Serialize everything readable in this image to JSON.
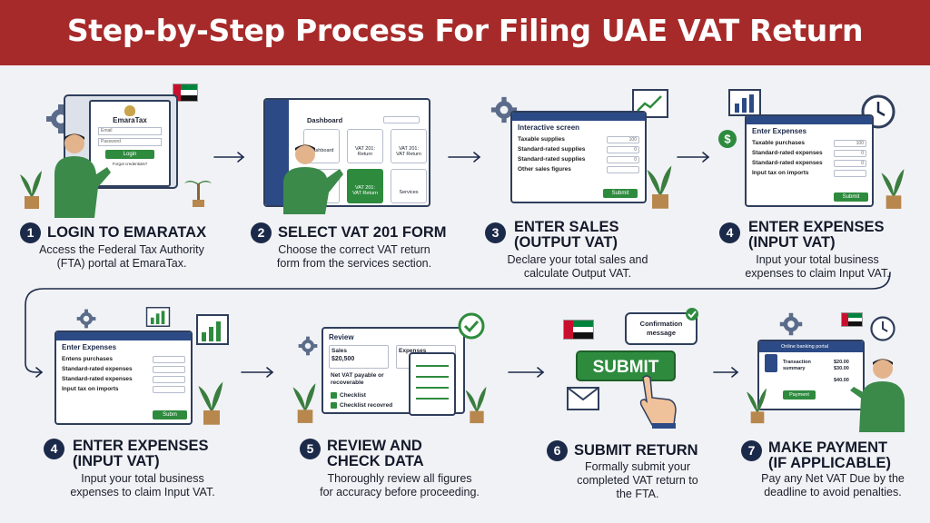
{
  "title": "Step-by-Step Process For Filing UAE VAT Return",
  "colors": {
    "header": "#a72a2a",
    "navy": "#1c2a4a",
    "green": "#2e8b3e",
    "blue": "#2c4b86"
  },
  "steps": [
    {
      "num": "1",
      "title": "LOGIN TO EMARATAX",
      "desc": "Access the Federal Tax Authority\n(FTA) portal at EmaraTax.",
      "screen": {
        "brand": "EmaraTax",
        "email": "Email",
        "password": "Password",
        "button": "Login",
        "link": "Forgot credentials?"
      }
    },
    {
      "num": "2",
      "title": "SELECT VAT 201 FORM",
      "desc": "Choose the correct VAT return\nform from the services section.",
      "screen": {
        "header": "Dashboard",
        "tiles": [
          "Dashboard",
          "VAT 201:\nReturn",
          "VAT 201:\nVAT Return",
          "Services",
          "VAT 201:\nVAT Return",
          "Services"
        ]
      }
    },
    {
      "num": "3",
      "title": "ENTER SALES\n(OUTPUT VAT)",
      "desc": "Declare your total sales and\ncalculate Output VAT.",
      "screen": {
        "header": "Interactive screen",
        "rows": [
          [
            "Taxable supplies",
            "100"
          ],
          [
            "Standard-rated supplies",
            "0"
          ],
          [
            "Standard-rated supplies",
            "0"
          ],
          [
            "Other sales figures",
            ""
          ]
        ],
        "button": "Submit"
      }
    },
    {
      "num": "4",
      "title": "ENTER EXPENSES\n(INPUT VAT)",
      "desc": "Input your total business\nexpenses to claim Input VAT.",
      "screen": {
        "header": "Enter Expenses",
        "rows": [
          [
            "Taxable purchases",
            "100"
          ],
          [
            "Standard-rated expenses",
            "0"
          ],
          [
            "Standard-rated expenses",
            "0"
          ],
          [
            "Input tax on imports",
            ""
          ]
        ],
        "button": "Submit"
      }
    },
    {
      "num": "4",
      "title": "ENTER EXPENSES\n(INPUT VAT)",
      "desc": "Input your total business\nexpenses to claim Input VAT.",
      "screen": {
        "header": "Enter Expenses",
        "rows": [
          [
            "Entens purchases",
            ""
          ],
          [
            "Standard-rated expenses",
            ""
          ],
          [
            "Standard-rated expenses",
            ""
          ],
          [
            "Input tax on imports",
            ""
          ]
        ],
        "button": "Subm"
      }
    },
    {
      "num": "5",
      "title": "REVIEW AND\nCHECK DATA",
      "desc": "Thoroughly review all figures\nfor accuracy before proceeding.",
      "screen": {
        "header": "Review",
        "sales_label": "Sales",
        "sales_value": "$20,500",
        "expenses_label": "Expenses",
        "net": "Net VAT payable or\nrecoverable",
        "checks": [
          "Checklist",
          "Checklist recovred"
        ]
      }
    },
    {
      "num": "6",
      "title": "SUBMIT RETURN",
      "desc": "Formally submit your\ncompleted VAT return to\nthe FTA.",
      "screen": {
        "button": "SUBMIT",
        "bubble": "Confirmation\nmessage"
      }
    },
    {
      "num": "7",
      "title": "MAKE PAYMENT\n(IF APPLICABLE)",
      "desc": "Pay any Net VAT Due by the\ndeadline to avoid penalties.",
      "screen": {
        "header": "Online banking portal",
        "line1_label": "Transaction\nsummary",
        "line1_value": "$20.00\n$30.00",
        "line2_value": "$40.00",
        "button": "Payment"
      }
    }
  ]
}
